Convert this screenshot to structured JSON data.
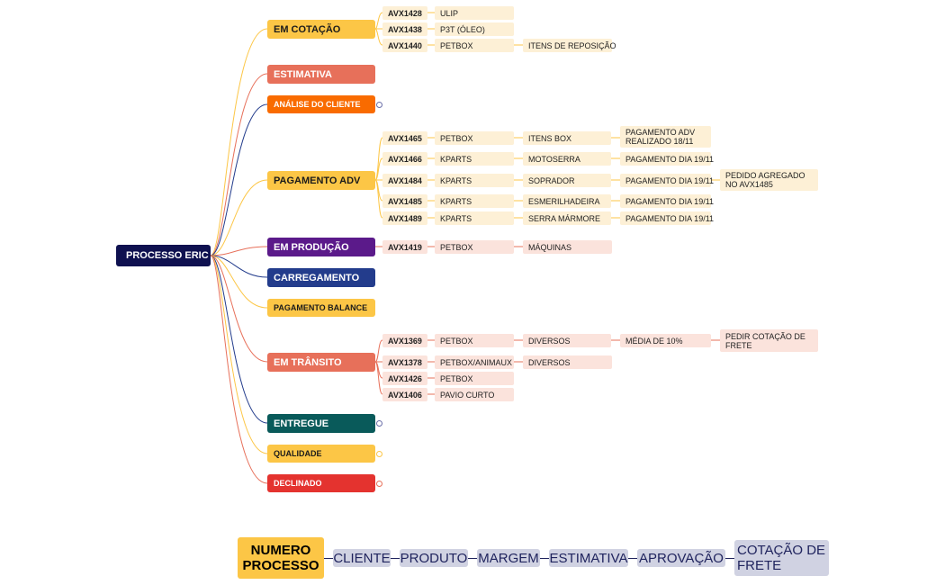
{
  "root": {
    "label": "PROCESSO ERIC"
  },
  "colors": {
    "root": "#0f1150",
    "em_cotacao": "#fcc646",
    "estimativa": "#e7705a",
    "analise": "#f96b00",
    "pagamento_adv": "#fcc646",
    "em_producao": "#5b1a8a",
    "carregamento": "#233c8c",
    "pagamento_balance": "#fcc646",
    "em_transito": "#e7705a",
    "entregue": "#095a5a",
    "qualidade": "#fcc646",
    "declinado": "#e4332f",
    "leaf_yellow": "#fdf0d6",
    "leaf_pink": "#fbe3dc",
    "legend": "#d0d2e2"
  },
  "branches": [
    {
      "label": "EM COTAÇÃO",
      "icon": "collapse-icon"
    },
    {
      "label": "ESTIMATIVA"
    },
    {
      "label": "ANÁLISE DO CLIENTE",
      "icon": "collapse-icon"
    },
    {
      "label": "PAGAMENTO ADV"
    },
    {
      "label": "EM PRODUÇÃO"
    },
    {
      "label": "CARREGAMENTO"
    },
    {
      "label": "PAGAMENTO BALANCE"
    },
    {
      "label": "EM TRÂNSITO"
    },
    {
      "label": "ENTREGUE",
      "icon": "collapse-icon"
    },
    {
      "label": "QUALIDADE",
      "icon": "collapse-icon"
    },
    {
      "label": "DECLINADO",
      "icon": "collapse-icon"
    }
  ],
  "em_cotacao": [
    {
      "code": "AVX1428",
      "client": "ULIP"
    },
    {
      "code": "AVX1438",
      "client": "P3T (ÓLEO)"
    },
    {
      "code": "AVX1440",
      "client": "PETBOX",
      "product": "ITENS DE REPOSIÇÃO"
    }
  ],
  "pagamento_adv": [
    {
      "code": "AVX1465",
      "client": "PETBOX",
      "product": "ITENS BOX",
      "status": "PAGAMENTO ADV REALIZADO 18/11"
    },
    {
      "code": "AVX1466",
      "client": "KPARTS",
      "product": "MOTOSERRA",
      "status": "PAGAMENTO DIA 19/11"
    },
    {
      "code": "AVX1484",
      "client": "KPARTS",
      "product": "SOPRADOR",
      "status": "PAGAMENTO DIA 19/11",
      "note": "PEDIDO AGREGADO NO AVX1485"
    },
    {
      "code": "AVX1485",
      "client": "KPARTS",
      "product": "ESMERILHADEIRA",
      "status": "PAGAMENTO DIA 19/11"
    },
    {
      "code": "AVX1489",
      "client": "KPARTS",
      "product": "SERRA MÁRMORE",
      "status": "PAGAMENTO DIA 19/11"
    }
  ],
  "em_producao": [
    {
      "code": "AVX1419",
      "client": "PETBOX",
      "product": "MÁQUINAS"
    }
  ],
  "em_transito": [
    {
      "code": "AVX1369",
      "client": "PETBOX",
      "product": "DIVERSOS",
      "margin": "MÉDIA DE 10%",
      "note": "PEDIR COTAÇÃO DE FRETE"
    },
    {
      "code": "AVX1378",
      "client": "PETBOX/ANIMAUX",
      "product": "DIVERSOS"
    },
    {
      "code": "AVX1426",
      "client": "PETBOX"
    },
    {
      "code": "AVX1406",
      "client": "PAVIO CURTO"
    }
  ],
  "legend": {
    "first": "NUMERO PROCESSO",
    "items": [
      "CLIENTE",
      "PRODUTO",
      "MARGEM",
      "ESTIMATIVA",
      "APROVAÇÃO",
      "COTAÇÃO DE FRETE"
    ]
  }
}
